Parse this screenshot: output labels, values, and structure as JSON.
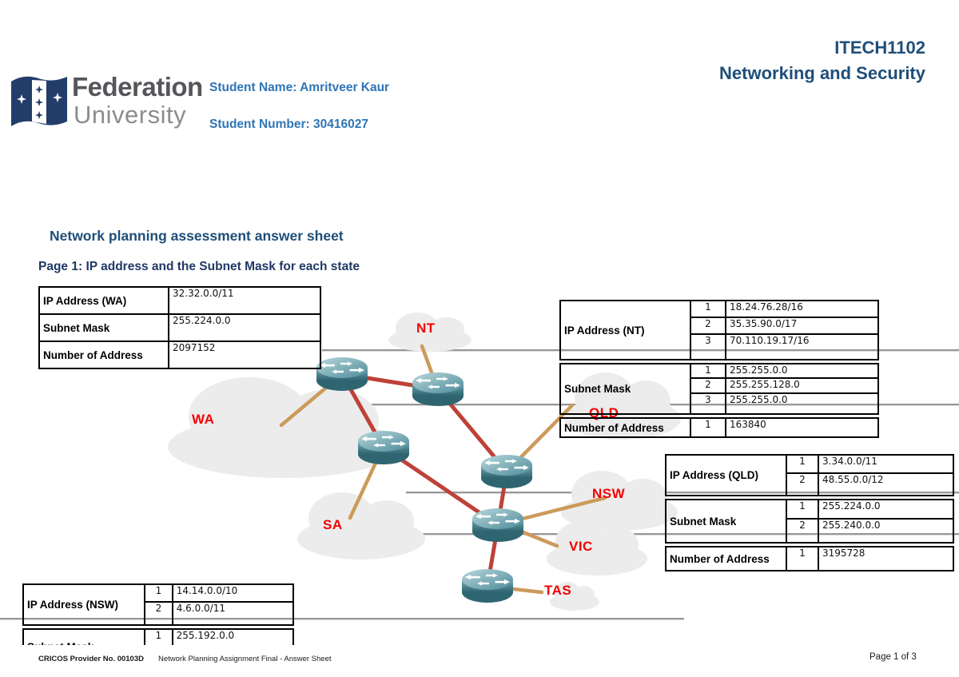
{
  "header": {
    "course_code": "ITECH1102",
    "course_name": "Networking and Security",
    "student_name": "Student Name: Amritveer Kaur",
    "student_number": "Student Number: 30416027",
    "logo_word1": "Federation",
    "logo_word2": "University"
  },
  "titles": {
    "main": "Network planning assessment answer sheet",
    "page": "Page 1: IP address and the Subnet Mask for each state"
  },
  "diagram": {
    "clouds": {
      "nt": "NT",
      "wa": "WA",
      "qld": "QLD",
      "nsw": "NSW",
      "sa": "SA",
      "vic": "VIC",
      "tas": "TAS"
    },
    "router_count": 6
  },
  "tables": {
    "wa": {
      "rows": [
        {
          "label": "IP Address (WA)",
          "value": "32.32.0.0/11"
        },
        {
          "label": "Subnet Mask",
          "value": "255.224.0.0"
        },
        {
          "label": "Number of Address",
          "value": "2097152"
        }
      ]
    },
    "nt": {
      "sections": [
        {
          "label": "IP Address (NT)",
          "entries": [
            {
              "index": "1",
              "value": "18.24.76.28/16"
            },
            {
              "index": "2",
              "value": "35.35.90.0/17"
            },
            {
              "index": "3",
              "value": "70.110.19.17/16"
            }
          ]
        },
        {
          "label": "Subnet Mask",
          "entries": [
            {
              "index": "1",
              "value": "255.255.0.0"
            },
            {
              "index": "2",
              "value": "255.255.128.0"
            },
            {
              "index": "3",
              "value": "255.255.0.0"
            }
          ]
        },
        {
          "label": "Number of Address",
          "entries": [
            {
              "index": "1",
              "value": "163840"
            }
          ]
        }
      ]
    },
    "qld": {
      "sections": [
        {
          "label": "IP Address (QLD)",
          "entries": [
            {
              "index": "1",
              "value": "3.34.0.0/11"
            },
            {
              "index": "2",
              "value": "48.55.0.0/12"
            }
          ]
        },
        {
          "label": "Subnet Mask",
          "entries": [
            {
              "index": "1",
              "value": "255.224.0.0"
            },
            {
              "index": "2",
              "value": "255.240.0.0"
            }
          ]
        },
        {
          "label": "Number of Address",
          "entries": [
            {
              "index": "1",
              "value": "3195728"
            }
          ]
        }
      ]
    },
    "nsw": {
      "sections": [
        {
          "label": "IP Address (NSW)",
          "entries": [
            {
              "index": "1",
              "value": "14.14.0.0/10"
            },
            {
              "index": "2",
              "value": "4.6.0.0/11"
            }
          ]
        },
        {
          "label": "Subnet Mask",
          "entries": [
            {
              "index": "1",
              "value": "255.192.0.0"
            }
          ]
        }
      ]
    }
  },
  "footer": {
    "cricos": "CRICOS Provider No. 00103D",
    "doc_name": "Network Planning Assignment Final - Answer Sheet",
    "page": "Page 1 of 3"
  },
  "colors": {
    "heading_navy": "#1F4E79",
    "subtitle_navy": "#203864",
    "student_blue": "#2E75B6",
    "state_label_red": "#F40000",
    "link_serial_red": "#BE4138",
    "link_cloud_tan": "#CC9A5B",
    "router_teal": "#3C7682",
    "cloud_gray": "#ECECEC"
  }
}
